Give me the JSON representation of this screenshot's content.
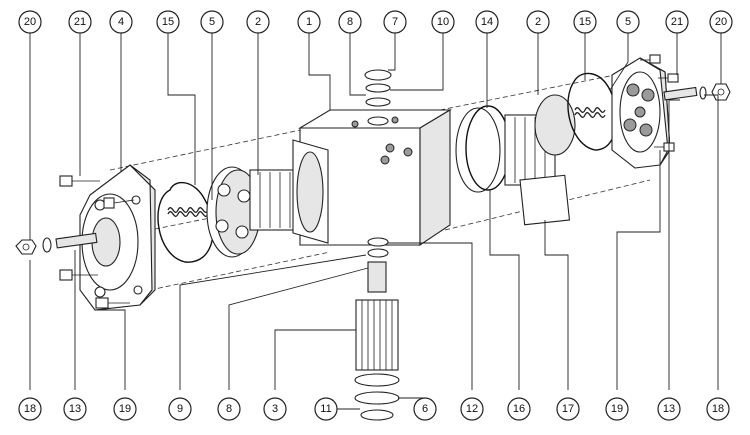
{
  "diagram": {
    "callouts_top": [
      "20",
      "21",
      "4",
      "15",
      "5",
      "2",
      "1",
      "8",
      "7",
      "10",
      "14",
      "2",
      "15",
      "5",
      "21",
      "20"
    ],
    "callouts_bottom": [
      "18",
      "13",
      "19",
      "9",
      "8",
      "3",
      "11",
      "6",
      "12",
      "16",
      "17",
      "19",
      "13",
      "18"
    ]
  }
}
